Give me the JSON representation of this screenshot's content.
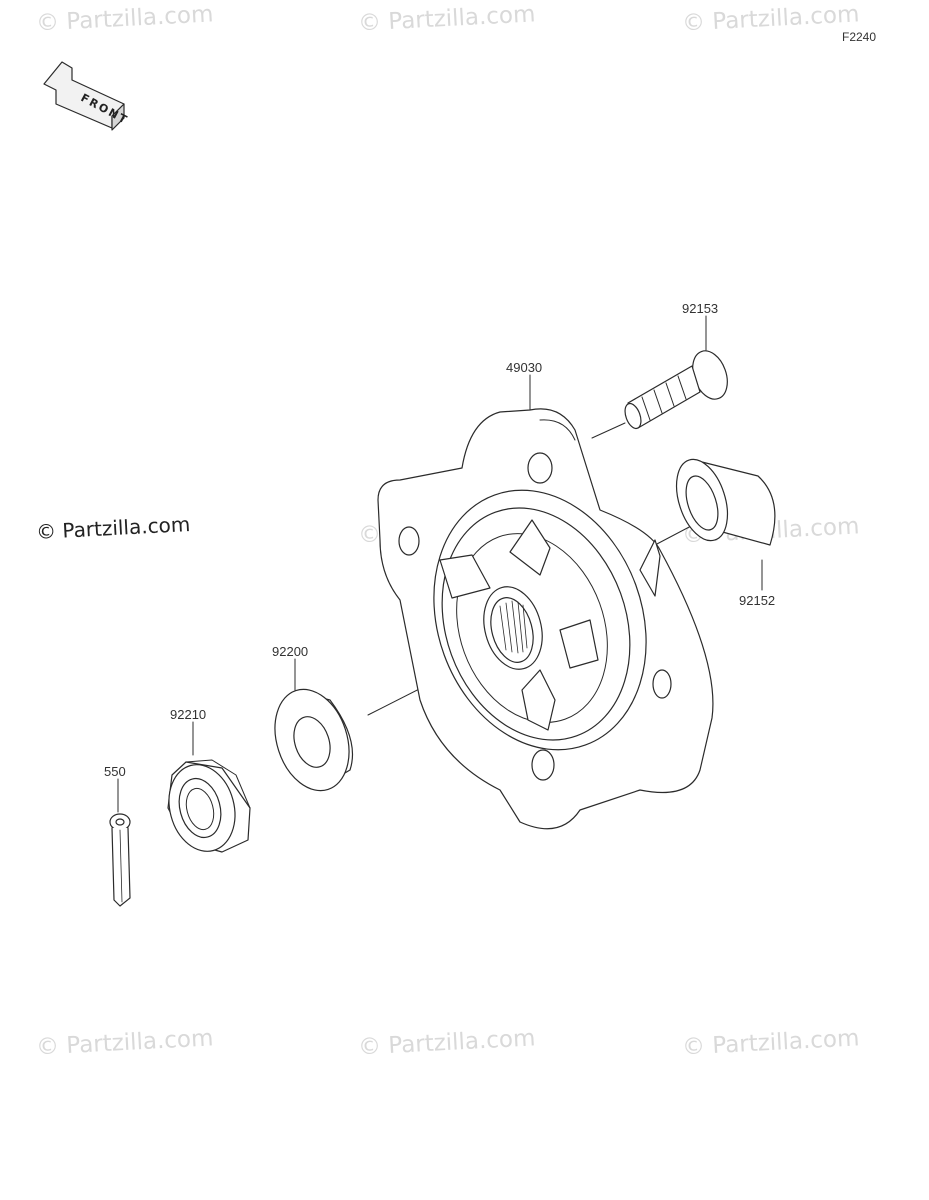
{
  "figure_code": "F2240",
  "front_label": "FRONT",
  "copyright": "© Partzilla.com",
  "watermark": "© Partzilla.com",
  "parts": [
    {
      "number": "92153"
    },
    {
      "number": "49030"
    },
    {
      "number": "92152"
    },
    {
      "number": "92200"
    },
    {
      "number": "92210"
    },
    {
      "number": "550"
    }
  ]
}
